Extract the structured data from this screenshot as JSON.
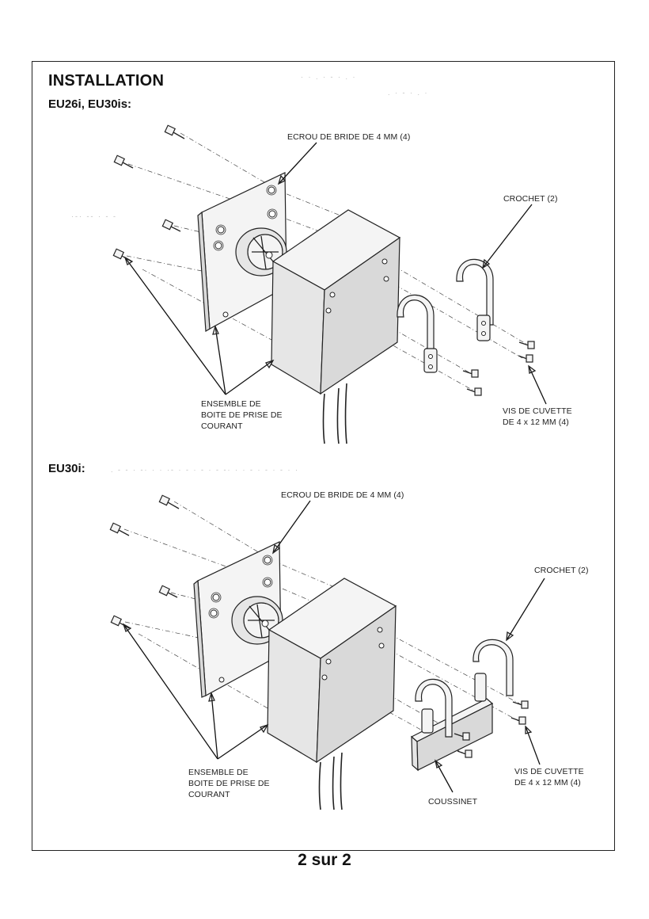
{
  "header": {
    "title": "INSTALLATION"
  },
  "section1": {
    "label": "EU26i, EU30is:",
    "callouts": {
      "flange_nut": "ECROU DE BRIDE DE 4 MM (4)",
      "hook": "CROCHET (2)",
      "outlet_box": "ENSEMBLE DE\nBOITE DE PRISE DE\nCOURANT",
      "screw": "VIS DE CUVETTE\nDE 4 x 12 MM (4)"
    }
  },
  "section2": {
    "label": "EU30i:",
    "callouts": {
      "flange_nut": "ECROU DE BRIDE DE 4 MM (4)",
      "hook": "CROCHET (2)",
      "outlet_box": "ENSEMBLE DE\nBOITE DE PRISE DE\nCOURANT",
      "screw": "VIS DE CUVETTE\nDE 4 x 12 MM (4)",
      "cushion": "COUSSINET"
    }
  },
  "footer": {
    "page": "2 sur 2"
  }
}
